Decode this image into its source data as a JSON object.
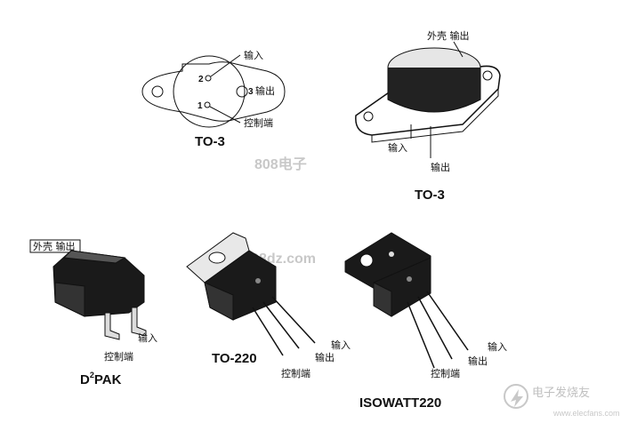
{
  "packages": [
    {
      "title": "TO-3",
      "pin_numbers": [
        "2",
        "1",
        "3"
      ],
      "labels": {
        "pin2": "输入",
        "pin3": "输出",
        "pin1": "控制端"
      }
    },
    {
      "title": "TO-3",
      "labels": {
        "case": "外壳 输出",
        "pin_in": "输入",
        "pin_out": "输出"
      }
    },
    {
      "title_main": "D",
      "title_sup": "2",
      "title_tail": "PAK",
      "labels": {
        "case": "外壳 输出",
        "pin_in": "输入",
        "pin_ctrl": "控制端"
      }
    },
    {
      "title": "TO-220",
      "labels": {
        "pin_in": "输入",
        "pin_out": "输出",
        "pin_ctrl": "控制端"
      }
    },
    {
      "title": "ISOWATT220",
      "labels": {
        "pin_in": "输入",
        "pin_out": "输出",
        "pin_ctrl": "控制端"
      }
    }
  ],
  "watermarks": {
    "mid": "808电子",
    "site": "www.808dz.com",
    "logo_cn": "电子发烧友",
    "logo_en": "www.elecfans.com"
  }
}
